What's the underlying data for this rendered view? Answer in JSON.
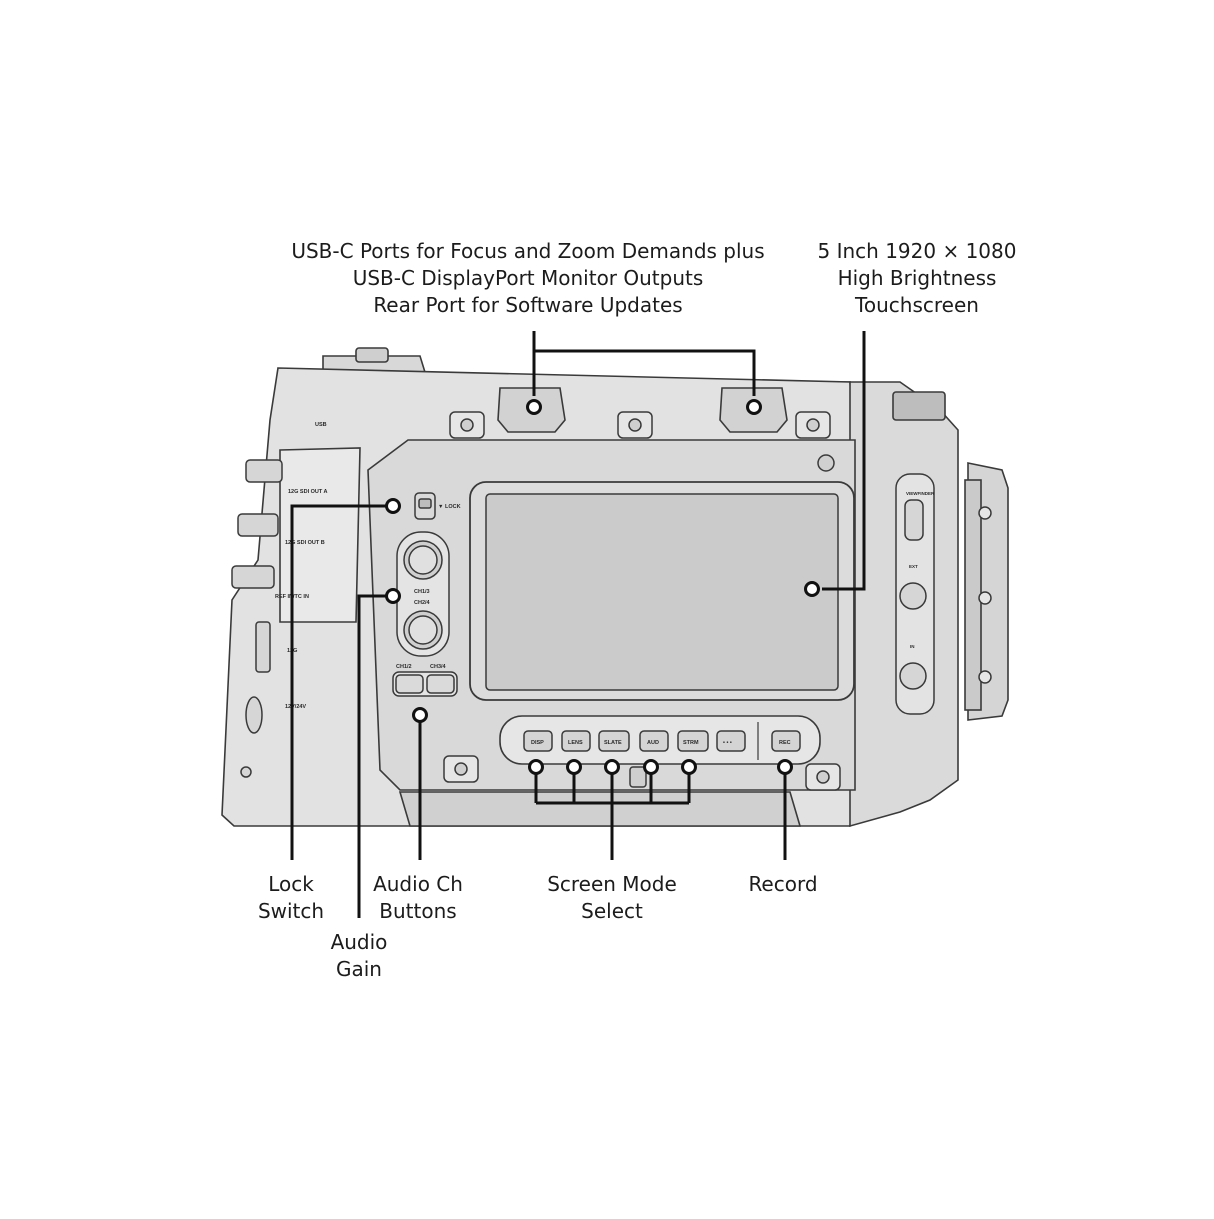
{
  "callouts": {
    "usb_ports": [
      "USB-C Ports for Focus and Zoom Demands plus",
      "USB-C DisplayPort Monitor Outputs",
      "Rear Port for Software Updates"
    ],
    "touchscreen": [
      "5 Inch 1920 × 1080",
      "High Brightness",
      "Touchscreen"
    ],
    "lock_switch": [
      "Lock",
      "Switch"
    ],
    "audio_gain": [
      "Audio",
      "Gain"
    ],
    "audio_ch_buttons": [
      "Audio Ch",
      "Buttons"
    ],
    "screen_mode_select": [
      "Screen Mode",
      "Select"
    ],
    "record": [
      "Record"
    ]
  },
  "panel_labels": {
    "usb": "USB",
    "sdi_a": "12G SDI OUT A",
    "sdi_b": "12G SDI OUT B",
    "ref_in": "REF IN/TC IN",
    "sdi_in": "12G",
    "power": "12V/24V",
    "lock": "▼ LOCK",
    "ch13": "CH1/3",
    "ch24": "CH2/4",
    "ch12": "CH1/2",
    "ch34": "CH3/4",
    "viewfinder": "VIEWFINDER",
    "ext": "EXT",
    "in": "IN"
  },
  "buttons": {
    "disp": "DISP",
    "lens": "LENS",
    "slate": "SLATE",
    "aud": "AUD",
    "strm": "STRM",
    "more": "• • •",
    "rec": "REC"
  },
  "colors": {
    "body": "#dedede",
    "panel": "#d2d2d2",
    "screen": "#c8c8c8",
    "line": "#111111",
    "outline": "#3a3a3a"
  }
}
